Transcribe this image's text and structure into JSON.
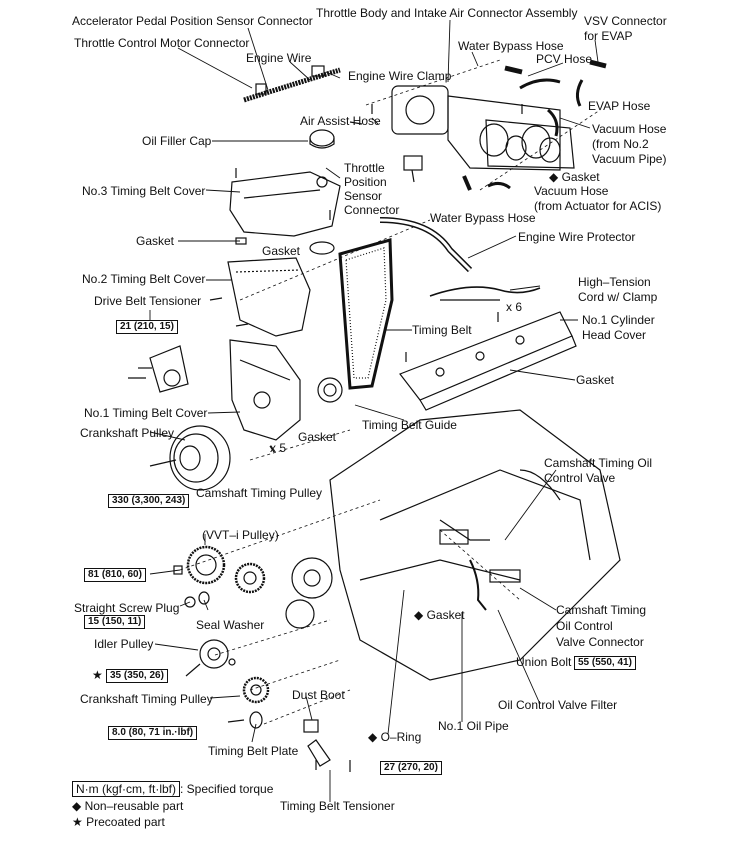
{
  "labels": {
    "accel_pedal_sensor": "Accelerator Pedal Position Sensor Connector",
    "throttle_body_assy": "Throttle Body and Intake Air Connector Assembly",
    "vsv_connector_1": "VSV Connector",
    "vsv_connector_2": "for EVAP",
    "throttle_control_motor": "Throttle Control Motor Connector",
    "water_bypass_hose_top": "Water Bypass Hose",
    "engine_wire": "Engine Wire",
    "pcv_hose": "PCV Hose",
    "engine_wire_clamp": "Engine Wire Clamp",
    "evap_hose": "EVAP Hose",
    "air_assist_hose": "Air Assist Hose",
    "vacuum_hose_no2_1": "Vacuum Hose",
    "vacuum_hose_no2_2": "(from No.2",
    "vacuum_hose_no2_3": "Vacuum Pipe)",
    "oil_filler_cap": "Oil Filler Cap",
    "tps_1": "Throttle",
    "tps_2": "Position",
    "tps_3": "Sensor",
    "tps_4": "Connector",
    "gasket_intake": "Gasket",
    "vacuum_hose_acis_1": "Vacuum Hose",
    "vacuum_hose_acis_2": "(from Actuator for ACIS)",
    "no3_timing_cover": "No.3 Timing Belt Cover",
    "water_bypass_hose_mid": "Water Bypass Hose",
    "engine_wire_protector": "Engine Wire Protector",
    "gasket_left": "Gasket",
    "gasket_mid": "Gasket",
    "no2_timing_cover": "No.2 Timing Belt Cover",
    "high_tension_1": "High–Tension",
    "high_tension_2": "Cord w/ Clamp",
    "drive_belt_tensioner": "Drive Belt Tensioner",
    "x6": "x 6",
    "no1_head_cover_1": "No.1 Cylinder",
    "no1_head_cover_2": "Head Cover",
    "timing_belt": "Timing Belt",
    "gasket_head": "Gasket",
    "no1_timing_cover": "No.1 Timing Belt Cover",
    "timing_belt_guide": "Timing Belt Guide",
    "crankshaft_pulley": "Crankshaft Pulley",
    "gasket_lower": "Gasket",
    "x5": "x 5",
    "cam_ocv_1": "Camshaft Timing Oil",
    "cam_ocv_2": "Control Valve",
    "cam_timing_pulley": "Camshaft Timing Pulley",
    "vvti_pulley": "(VVT–i Pulley)",
    "straight_screw_plug": "Straight Screw Plug",
    "gasket_ocv": "Gasket",
    "cam_ocv_conn_1": "Camshaft Timing",
    "cam_ocv_conn_2": "Oil Control",
    "cam_ocv_conn_3": "Valve Connector",
    "seal_washer": "Seal Washer",
    "idler_pulley": "Idler Pulley",
    "union_bolt": "Union Bolt",
    "crank_timing_pulley": "Crankshaft Timing Pulley",
    "dust_boot": "Dust Boot",
    "ocv_filter": "Oil Control Valve Filter",
    "no1_oil_pipe": "No.1 Oil Pipe",
    "o_ring": "O–Ring",
    "timing_belt_plate": "Timing Belt Plate",
    "timing_belt_tensioner": "Timing Belt Tensioner"
  },
  "torques": {
    "drive_belt_tensioner": "21 (210, 15)",
    "crankshaft_pulley": "330 (3,300, 243)",
    "cam_timing_pulley": "81 (810, 60)",
    "straight_screw_plug": "15 (150, 11)",
    "idler_pulley": "35 (350, 26)",
    "union_bolt": "55 (550, 41)",
    "timing_belt_plate": "8.0 (80, 71 in.·lbf)",
    "timing_belt_tensioner": "27 (270, 20)"
  },
  "symbols": {
    "star": "★",
    "diamond": "◆"
  },
  "legend": {
    "torque_unit": "N·m (kgf·cm, ft·lbf)",
    "torque_desc": ": Specified torque",
    "non_reusable": "Non–reusable part",
    "precoated": "Precoated part"
  }
}
